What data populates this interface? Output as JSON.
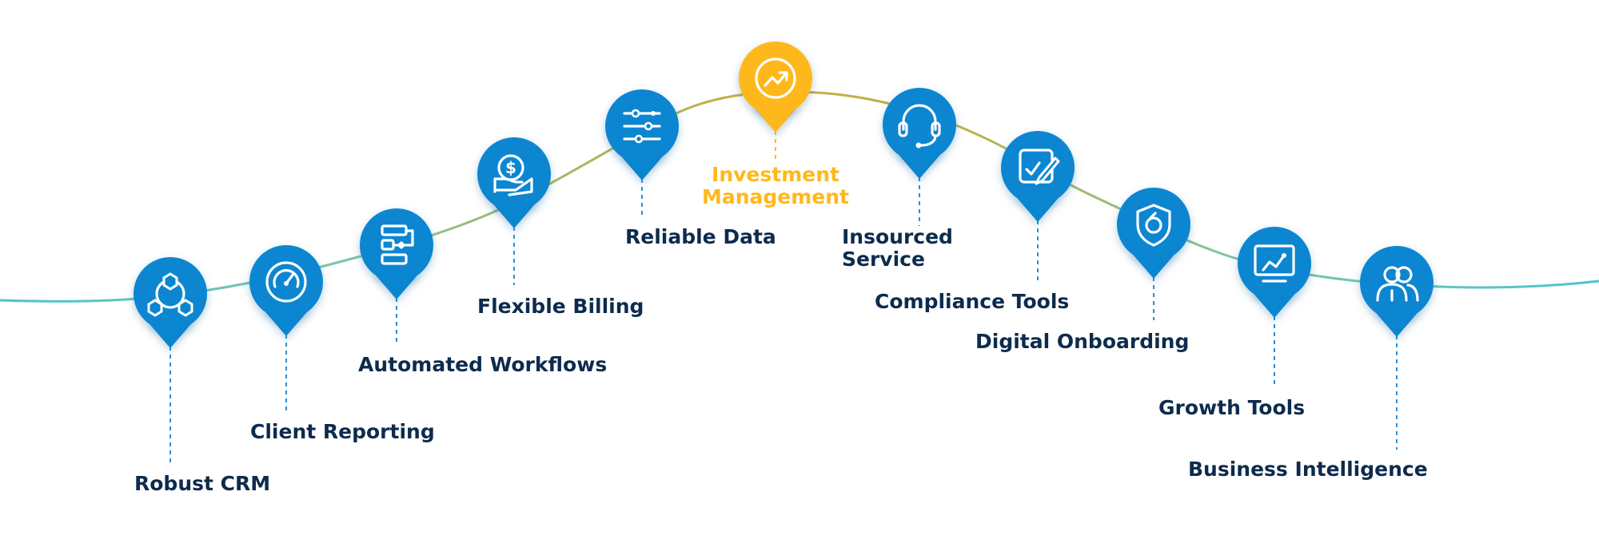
{
  "colors": {
    "pin_blue": "#0a86d1",
    "pin_accent": "#ffb81c",
    "label_text": "#0d2b4d",
    "accent_text": "#ffb81c",
    "curve_teal": "#4cc3cf",
    "curve_olive": "#b9b24a",
    "connector": "#2a8fd8"
  },
  "features": [
    {
      "label": "Robust CRM",
      "icon": "network-nodes-icon",
      "highlight": false
    },
    {
      "label": "Client Reporting",
      "icon": "speedometer-icon",
      "highlight": false
    },
    {
      "label": "Automated Workflows",
      "icon": "flowchart-icon",
      "highlight": false
    },
    {
      "label": "Flexible Billing",
      "icon": "dollar-hand-icon",
      "highlight": false
    },
    {
      "label": "Reliable Data",
      "icon": "data-flow-icon",
      "highlight": false
    },
    {
      "label": "Investment Management",
      "icon": "trending-up-icon",
      "highlight": true
    },
    {
      "label": "Insourced Service",
      "icon": "headset-icon",
      "highlight": false
    },
    {
      "label": "Compliance Tools",
      "icon": "checklist-edit-icon",
      "highlight": false
    },
    {
      "label": "Digital Onboarding",
      "icon": "shield-icon",
      "highlight": false
    },
    {
      "label": "Growth Tools",
      "icon": "chart-monitor-icon",
      "highlight": false
    },
    {
      "label": "Business Intelligence",
      "icon": "people-icon",
      "highlight": false
    }
  ]
}
